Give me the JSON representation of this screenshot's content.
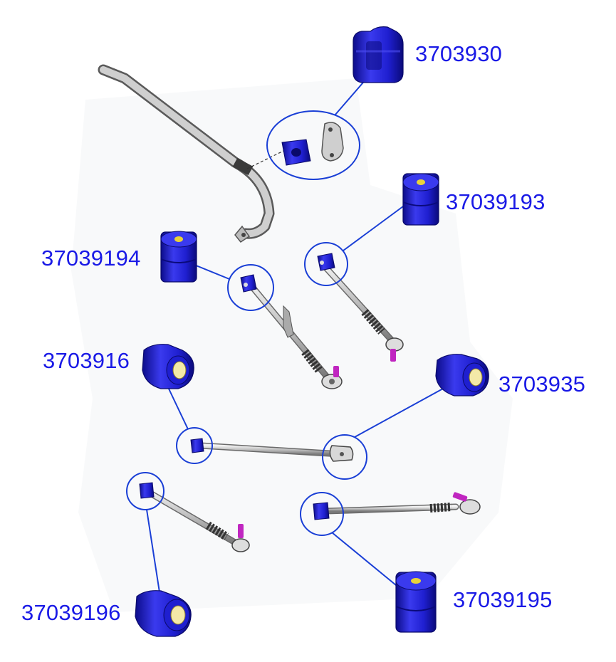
{
  "title": "",
  "colors": {
    "bushing": "#1f1fd0",
    "bushing_dark": "#0c0c8a",
    "bushing_light": "#4d4df2",
    "insert": "#e8d23a",
    "bolt": "#c026c0",
    "metal": "#bdbdbd",
    "metal_dark": "#5a5a5a",
    "callout": "#1a3fd6",
    "label": "#1a1ae6"
  },
  "parts": [
    {
      "id": "p1",
      "part_number": "3703930",
      "component": "stabilizer-bar-bushing"
    },
    {
      "id": "p2",
      "part_number": "37039193",
      "component": "link-bushing"
    },
    {
      "id": "p3",
      "part_number": "37039194",
      "component": "link-bushing"
    },
    {
      "id": "p4",
      "part_number": "3703916",
      "component": "control-arm-bushing"
    },
    {
      "id": "p5",
      "part_number": "3703935",
      "component": "control-arm-bushing"
    },
    {
      "id": "p6",
      "part_number": "37039196",
      "component": "rear-link-bushing"
    },
    {
      "id": "p7",
      "part_number": "37039195",
      "component": "rear-link-bushing"
    }
  ]
}
